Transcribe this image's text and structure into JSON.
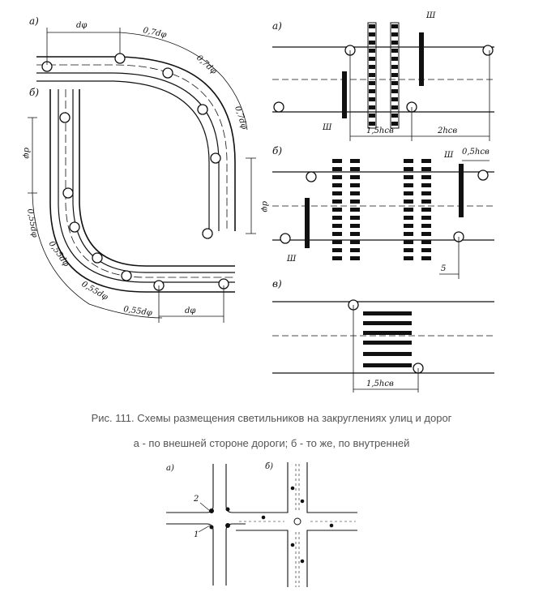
{
  "caption": {
    "line1": "Рис. 111. Схемы размещения светильников на закруглениях улиц и дорог",
    "line2": "а - по внешней стороне дороги; б - то же, по внутренней"
  },
  "left_figure": {
    "label_a": "а)",
    "label_b": "б)",
    "dim_top": "dφ",
    "arc_labels": [
      "0,7dφ",
      "0,7dφ",
      "0,7dφ"
    ],
    "side_top": "dφ",
    "side_right": "dφ",
    "inner_arc_labels": [
      "0,55dφ",
      "0,55dφ",
      "0,55dφ",
      "0,55dφ"
    ],
    "dim_bottom_right": "dφ"
  },
  "crossings": {
    "a": {
      "label": "а)",
      "mark": "Ш",
      "dim1": "1,5hсв",
      "dim2": "2hсв"
    },
    "b": {
      "label": "б)",
      "mark": "Ш",
      "dim_top": "0,5hсв",
      "dim_bottom": "5"
    },
    "c": {
      "label": "в)",
      "dim": "1,5hсв"
    }
  },
  "intersections": {
    "a": {
      "label": "а)",
      "num1": "1",
      "num2": "2"
    },
    "b": {
      "label": "б)"
    }
  }
}
